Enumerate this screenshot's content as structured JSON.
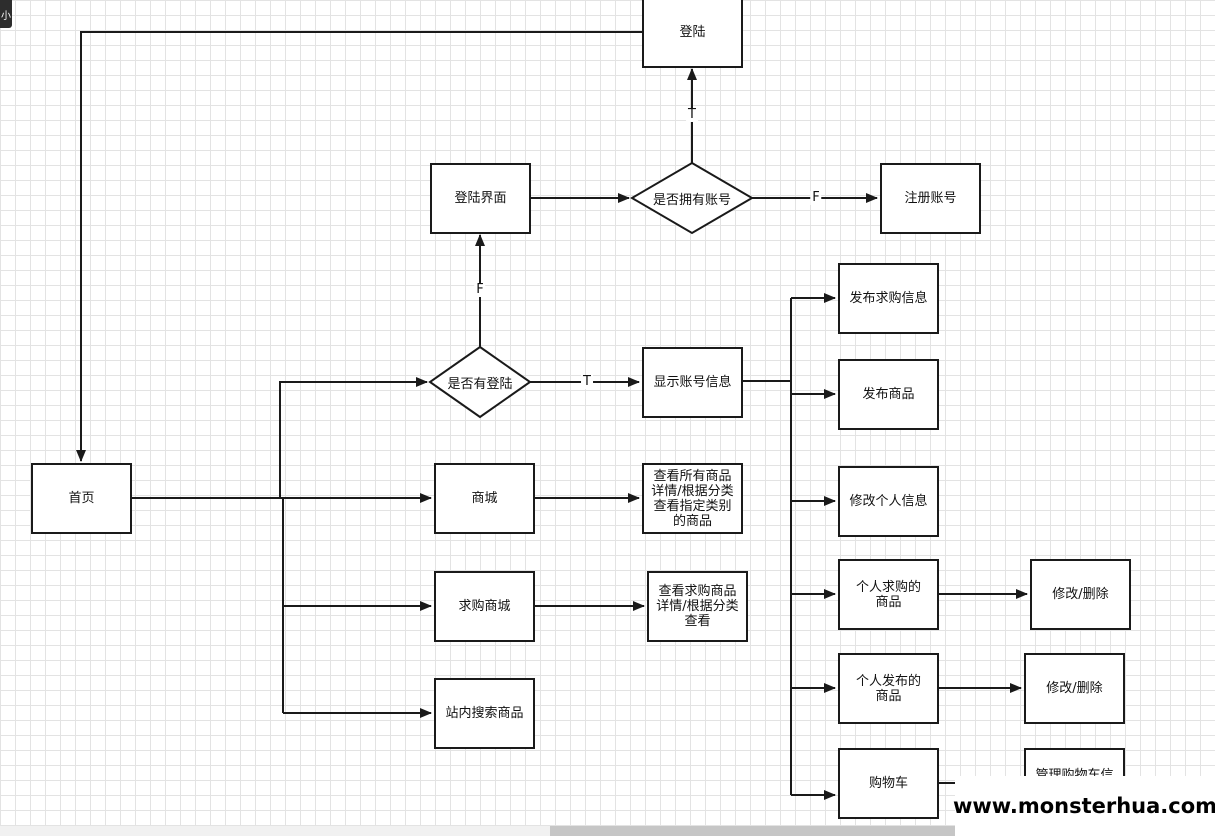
{
  "corner_tag": "小",
  "nodes": {
    "login": "登陆",
    "login_page": "登陆界面",
    "has_account": "是否拥有账号",
    "register": "注册账号",
    "is_logged_in": "是否有登陆",
    "show_account": "显示账号信息",
    "home": "首页",
    "mall": "商城",
    "view_all_goods": "查看所有商品详情/根据分类查看指定类别的商品",
    "wanted_mall": "求购商城",
    "view_wanted": "查看求购商品详情/根据分类查看",
    "site_search": "站内搜索商品",
    "publish_wanted": "发布求购信息",
    "publish_goods": "发布商品",
    "edit_profile": "修改个人信息",
    "my_wanted": "个人求购的商品",
    "my_published": "个人发布的商品",
    "cart": "购物车",
    "edit_delete_1": "修改/删除",
    "edit_delete_2": "修改/删除",
    "manage_cart": "管理购物车信"
  },
  "edge_labels": {
    "has_account_true": "T",
    "has_account_false": "F",
    "logged_in_false": "F",
    "logged_in_true": "T"
  },
  "watermark": "www.monsterhua.com",
  "colors": {
    "stroke": "#1a1a1a",
    "grid": "#e3e3e3",
    "background": "#ffffff"
  }
}
